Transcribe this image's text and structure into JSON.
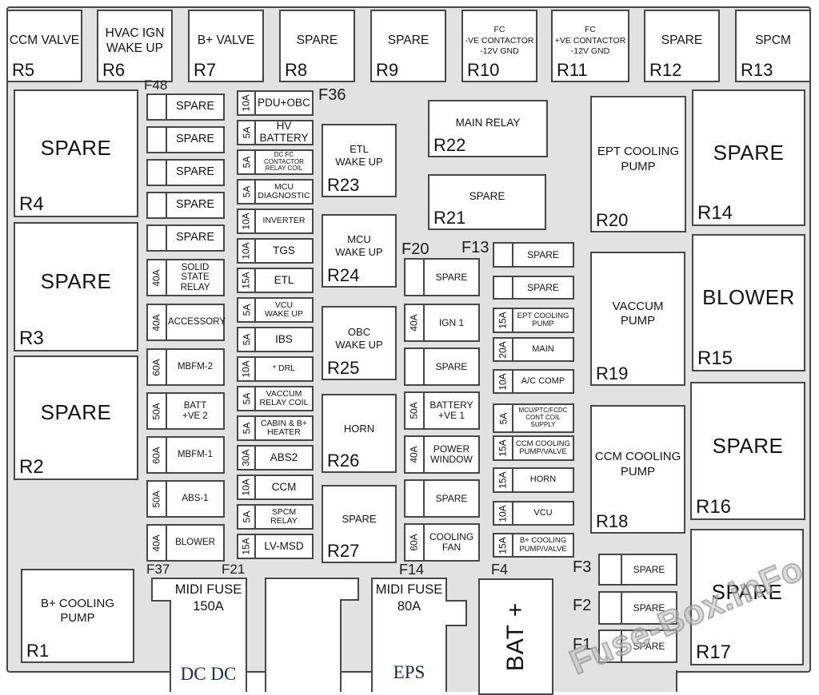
{
  "watermark": "Fuse-Box.inFo",
  "colors": {
    "outline": "#474747",
    "enclosure_bg": "#e2e2e2",
    "box_bg": "#ffffff",
    "text": "#141414",
    "serif_accent": "#20294f"
  },
  "group_labels": {
    "f48": "F48",
    "f37": "F37",
    "f36": "F36",
    "f21": "F21",
    "f20": "F20",
    "f14": "F14",
    "f13": "F13",
    "f4": "F4"
  },
  "top_relays": [
    {
      "label": "CCM VALVE",
      "id": "R5"
    },
    {
      "label": "HVAC IGN\nWAKE UP",
      "id": "R6"
    },
    {
      "label": "B+ VALVE",
      "id": "R7"
    },
    {
      "label": "SPARE",
      "id": "R8"
    },
    {
      "label": "SPARE",
      "id": "R9"
    },
    {
      "label": "FC\n-VE CONTACTOR\n-12V GND",
      "id": "R10"
    },
    {
      "label": "FC\n+VE CONTACTOR\n-12V GND",
      "id": "R11"
    },
    {
      "label": "SPARE",
      "id": "R12"
    },
    {
      "label": "SPCM",
      "id": "R13"
    }
  ],
  "left_relays": [
    {
      "label": "SPARE",
      "id": "R4"
    },
    {
      "label": "SPARE",
      "id": "R3"
    },
    {
      "label": "SPARE",
      "id": "R2"
    }
  ],
  "r1": {
    "label": "B+ COOLING\nPUMP",
    "id": "R1"
  },
  "f48_fuses": [
    {
      "amp": "",
      "name": "SPARE"
    },
    {
      "amp": "",
      "name": "SPARE"
    },
    {
      "amp": "",
      "name": "SPARE"
    },
    {
      "amp": "",
      "name": "SPARE"
    },
    {
      "amp": "",
      "name": "SPARE"
    },
    {
      "amp": "40A",
      "name": "SOLID STATE\nRELAY"
    },
    {
      "amp": "40A",
      "name": "ACCESSORY"
    },
    {
      "amp": "60A",
      "name": "MBFM-2"
    },
    {
      "amp": "50A",
      "name": "BATT\n+VE 2"
    },
    {
      "amp": "60A",
      "name": "MBFM-1"
    },
    {
      "amp": "50A",
      "name": "ABS-1"
    },
    {
      "amp": "40A",
      "name": "BLOWER"
    }
  ],
  "f21_fuses": [
    {
      "amp": "10A",
      "name": "PDU+OBC"
    },
    {
      "amp": "5A",
      "name": "HV BATTERY"
    },
    {
      "amp": "5A",
      "name": "DC FC\nCONTACTOR\nRELAY COIL"
    },
    {
      "amp": "5A",
      "name": "MCU\nDIAGNOSTIC"
    },
    {
      "amp": "10A",
      "name": "INVERTER"
    },
    {
      "amp": "10A",
      "name": "TGS"
    },
    {
      "amp": "15A",
      "name": "ETL"
    },
    {
      "amp": "5A",
      "name": "VCU\nWAKE UP"
    },
    {
      "amp": "5A",
      "name": "IBS"
    },
    {
      "amp": "10A",
      "name": "* DRL"
    },
    {
      "amp": "5A",
      "name": "VACCUM\nRELAY COIL"
    },
    {
      "amp": "5A",
      "name": "CABIN & B+\nHEATER"
    },
    {
      "amp": "30A",
      "name": "ABS2"
    },
    {
      "amp": "10A",
      "name": "CCM"
    },
    {
      "amp": "5A",
      "name": "SPCM\nRELAY"
    },
    {
      "amp": "15A",
      "name": "LV-MSD"
    }
  ],
  "mid_relays": [
    {
      "label": "ETL\nWAKE UP",
      "id": "R23"
    },
    {
      "label": "MCU\nWAKE UP",
      "id": "R24"
    },
    {
      "label": "OBC\nWAKE UP",
      "id": "R25"
    },
    {
      "label": "HORN",
      "id": "R26"
    },
    {
      "label": "SPARE",
      "id": "R27"
    }
  ],
  "f20_fuses": [
    {
      "amp": "",
      "name": "SPARE"
    },
    {
      "amp": "40A",
      "name": "IGN 1"
    },
    {
      "amp": "",
      "name": "SPARE"
    },
    {
      "amp": "50A",
      "name": "BATTERY\n+VE 1"
    },
    {
      "amp": "40A",
      "name": "POWER\nWINDOW"
    },
    {
      "amp": "",
      "name": "SPARE"
    },
    {
      "amp": "60A",
      "name": "COOLING\nFAN"
    }
  ],
  "f13_fuses": [
    {
      "amp": "",
      "name": "SPARE"
    },
    {
      "amp": "",
      "name": "SPARE"
    },
    {
      "amp": "15A",
      "name": "EPT COOLING\nPUMP"
    },
    {
      "amp": "20A",
      "name": "MAIN"
    },
    {
      "amp": "10A",
      "name": "A/C COMP"
    },
    {
      "amp": "5A",
      "name": "MCU/PTC/FCDC\nCONT COIL\nSUPPLY"
    },
    {
      "amp": "15A",
      "name": "CCM COOLING\nPUMP/VALVE"
    },
    {
      "amp": "15A",
      "name": "HORN"
    },
    {
      "amp": "10A",
      "name": "VCU"
    },
    {
      "amp": "15A",
      "name": "B+ COOLING\nPUMP/VALVE"
    }
  ],
  "center_relays": [
    {
      "label": "MAIN RELAY",
      "id": "R22"
    },
    {
      "label": "SPARE",
      "id": "R21"
    }
  ],
  "right_relays": [
    {
      "label": "EPT COOLING\nPUMP",
      "id": "R20"
    },
    {
      "label": "VACCUM\nPUMP",
      "id": "R19"
    },
    {
      "label": "CCM COOLING\nPUMP",
      "id": "R18"
    }
  ],
  "right_fuses": [
    {
      "flabel": "F3",
      "amp": "",
      "name": "SPARE"
    },
    {
      "flabel": "F2",
      "amp": "",
      "name": "SPARE"
    },
    {
      "flabel": "F1",
      "amp": "",
      "name": "SPARE"
    }
  ],
  "far_right_relays": [
    {
      "label": "SPARE",
      "id": "R14"
    },
    {
      "label": "BLOWER",
      "id": "R15"
    },
    {
      "label": "SPARE",
      "id": "R16"
    },
    {
      "label": "SPARE",
      "id": "R17"
    }
  ],
  "bottom": {
    "midi150_title": "MIDI FUSE\n150A",
    "midi150_sub": "DC DC",
    "midi80_title": "MIDI FUSE\n80A",
    "midi80_sub": "EPS",
    "battery": "BAT +"
  }
}
